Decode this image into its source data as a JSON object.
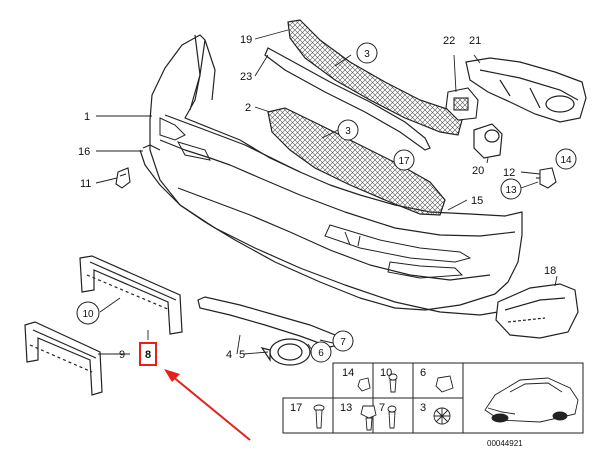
{
  "diagram_id": "00044921",
  "highlight_color": "#e8201a",
  "callouts": {
    "c1": "1",
    "c2": "2",
    "c3a": "3",
    "c3b": "3",
    "c4": "4",
    "c5": "5",
    "c6": "6",
    "c7": "7",
    "c8": "8",
    "c9": "9",
    "c10": "10",
    "c11": "11",
    "c12": "12",
    "c13": "13",
    "c14": "14",
    "c15": "15",
    "c16": "16",
    "c17": "17",
    "c18": "18",
    "c19": "19",
    "c20": "20",
    "c21": "21",
    "c22": "22",
    "c23": "23"
  },
  "hardware_grid": {
    "row1": [
      "14",
      "10",
      "6"
    ],
    "row2": [
      "17",
      "13",
      "7",
      "3"
    ]
  }
}
